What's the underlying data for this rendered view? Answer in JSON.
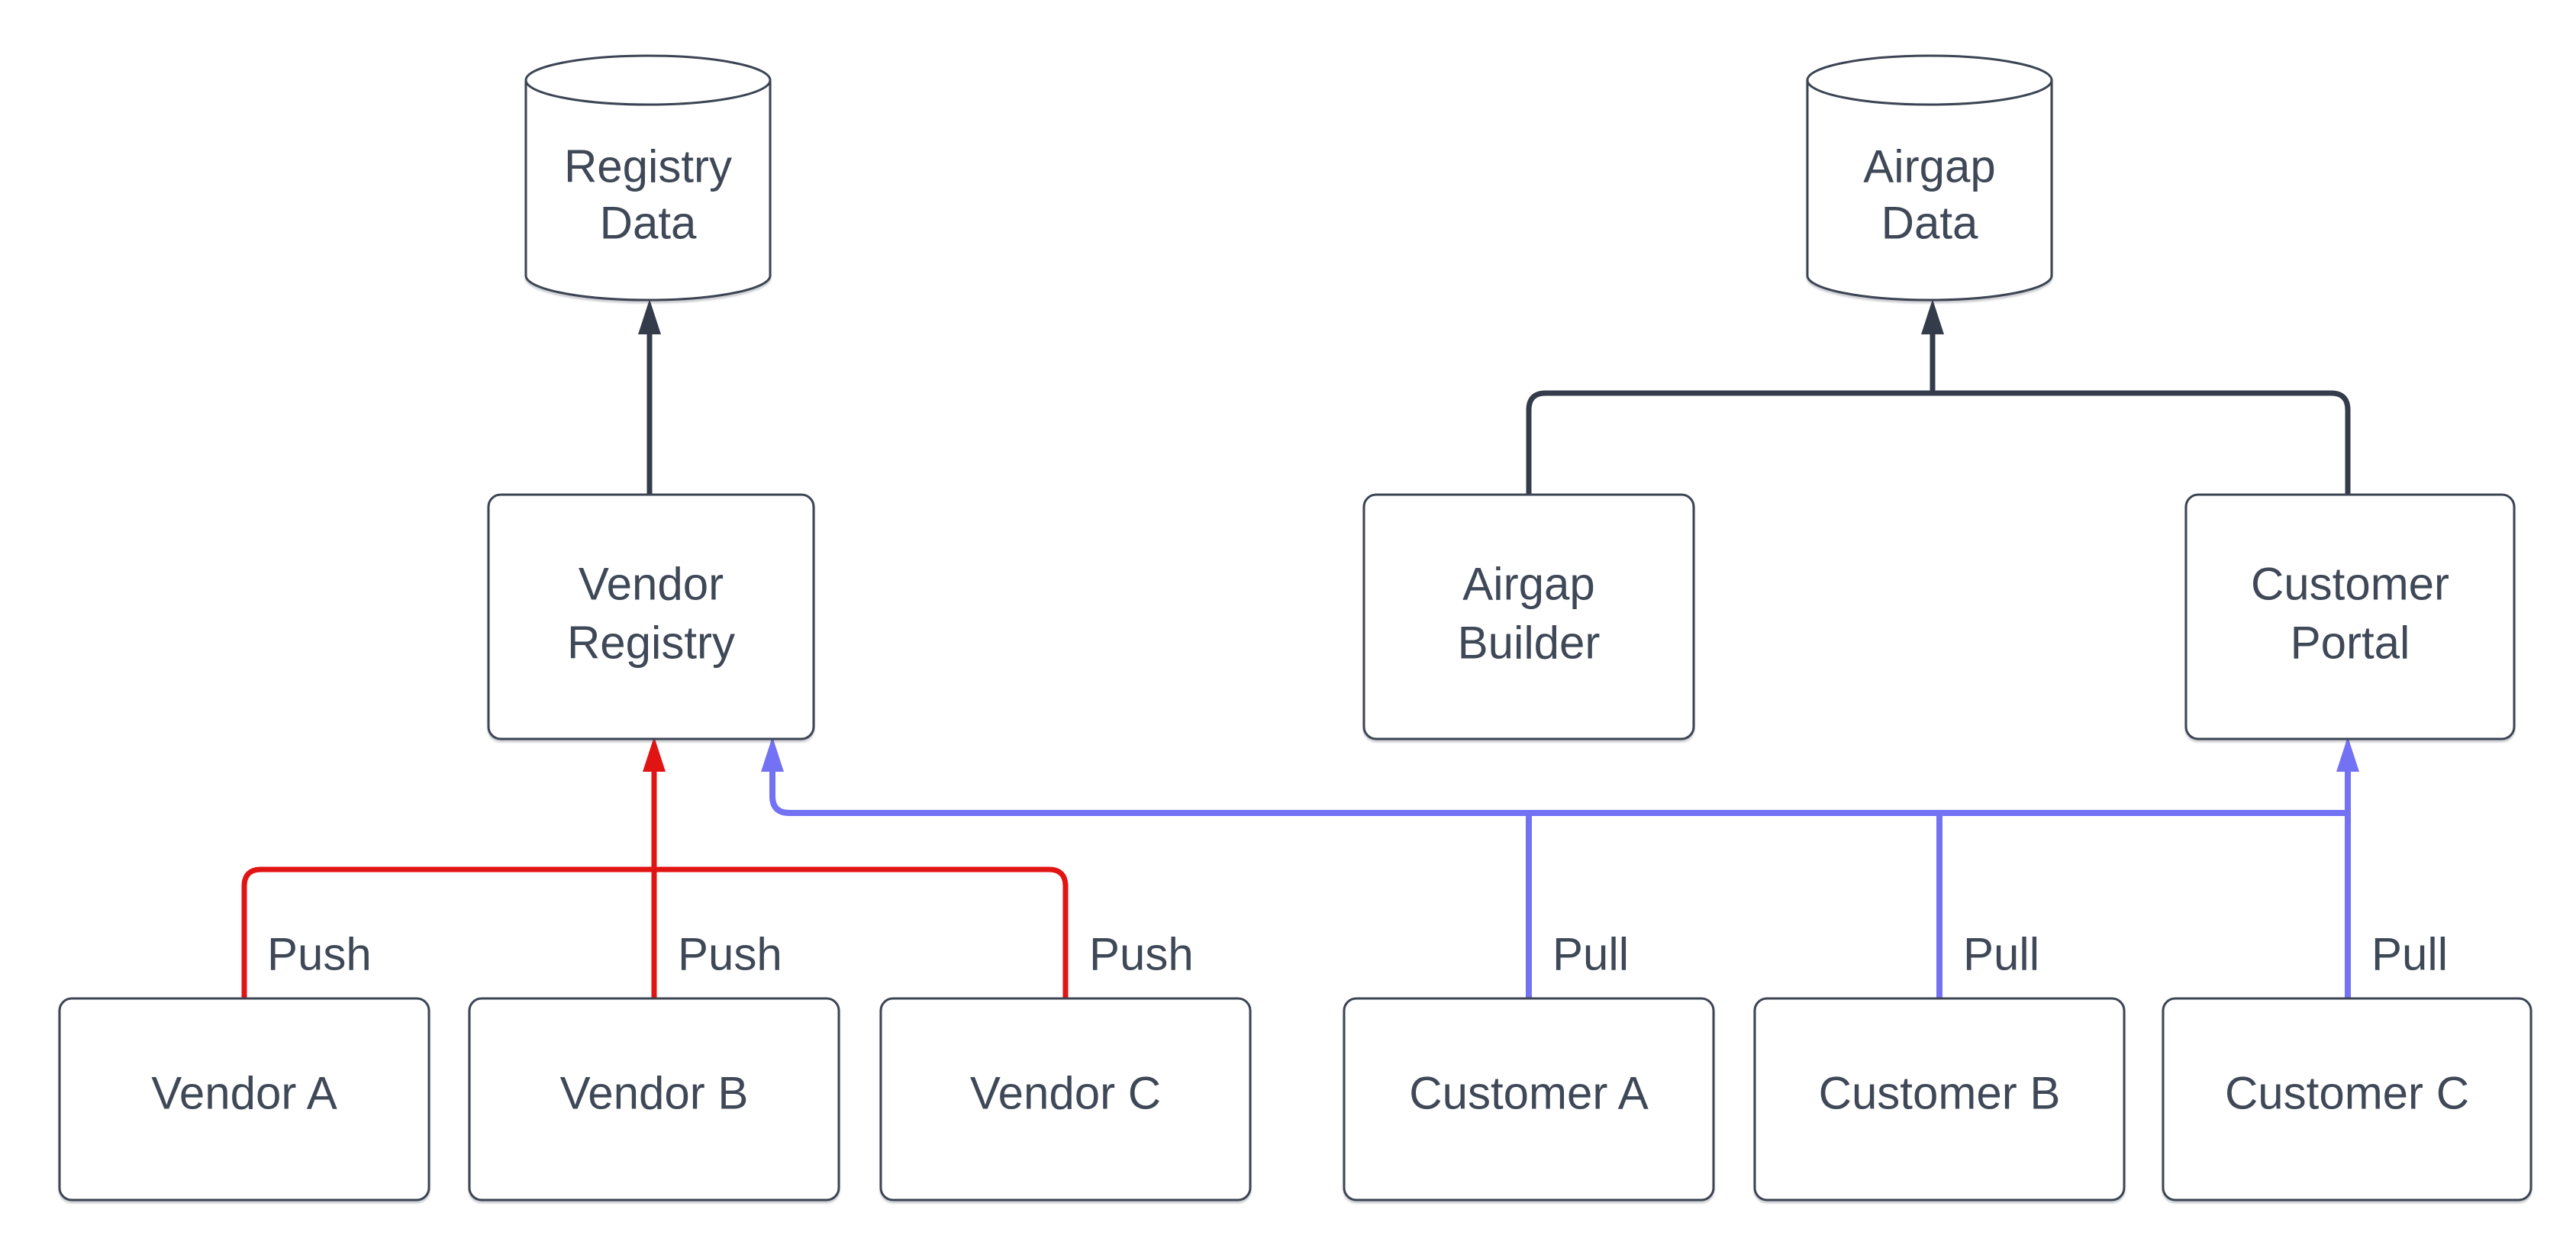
{
  "diagram": {
    "colors": {
      "node_fill": "#ffffff",
      "node_stroke": "#3c4453",
      "flow": "#343c4b",
      "push": "#e11414",
      "pull": "#7372f4",
      "text": "#3f4857",
      "background": "#ffffff"
    },
    "datastores": [
      {
        "id": "registry-data",
        "shape": "cylinder",
        "lines": [
          "Registry",
          "Data"
        ]
      },
      {
        "id": "airgap-data",
        "shape": "cylinder",
        "lines": [
          "Airgap",
          "Data"
        ]
      }
    ],
    "services": [
      {
        "id": "vendor-registry",
        "shape": "rounded-rect",
        "lines": [
          "Vendor",
          "Registry"
        ]
      },
      {
        "id": "airgap-builder",
        "shape": "rounded-rect",
        "lines": [
          "Airgap",
          "Builder"
        ]
      },
      {
        "id": "customer-portal",
        "shape": "rounded-rect",
        "lines": [
          "Customer",
          "Portal"
        ]
      }
    ],
    "actors": [
      {
        "id": "vendor-a",
        "label": "Vendor A"
      },
      {
        "id": "vendor-b",
        "label": "Vendor B"
      },
      {
        "id": "vendor-c",
        "label": "Vendor C"
      },
      {
        "id": "customer-a",
        "label": "Customer A"
      },
      {
        "id": "customer-b",
        "label": "Customer B"
      },
      {
        "id": "customer-c",
        "label": "Customer C"
      }
    ],
    "edges": [
      {
        "from": "vendor-a",
        "to": "vendor-registry",
        "label": "Push",
        "color_role": "push"
      },
      {
        "from": "vendor-b",
        "to": "vendor-registry",
        "label": "Push",
        "color_role": "push"
      },
      {
        "from": "vendor-c",
        "to": "vendor-registry",
        "label": "Push",
        "color_role": "push"
      },
      {
        "from": "customer-a",
        "to": "vendor-registry",
        "label": "Pull",
        "color_role": "pull"
      },
      {
        "from": "customer-b",
        "to": "vendor-registry",
        "label": "Pull",
        "color_role": "pull"
      },
      {
        "from": "customer-c",
        "to": "customer-portal",
        "label": "Pull",
        "color_role": "pull"
      },
      {
        "from": "vendor-registry",
        "to": "registry-data",
        "label": "",
        "color_role": "flow"
      },
      {
        "from": "airgap-builder",
        "to": "airgap-data",
        "label": "",
        "color_role": "flow"
      },
      {
        "from": "customer-portal",
        "to": "airgap-data",
        "label": "",
        "color_role": "flow"
      }
    ]
  }
}
